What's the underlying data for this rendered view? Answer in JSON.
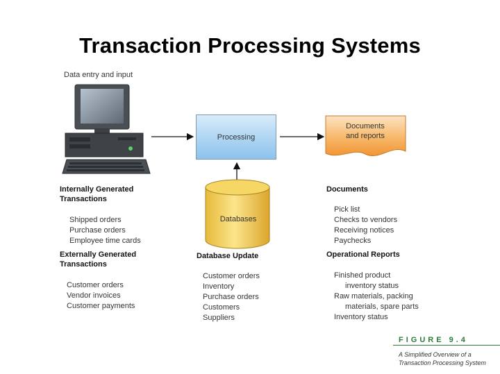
{
  "title": "Transaction Processing Systems",
  "input_label": "Data entry and input",
  "processing_label": "Processing",
  "databases_label": "Databases",
  "documents_box": {
    "line1": "Documents",
    "line2": "and reports"
  },
  "internal": {
    "heading_line1": "Internally Generated",
    "heading_line2": "Transactions",
    "items": [
      "Shipped orders",
      "Purchase orders",
      "Employee time cards"
    ]
  },
  "external": {
    "heading_line1": "Externally Generated",
    "heading_line2": "Transactions",
    "items": [
      "Customer orders",
      "Vendor invoices",
      "Customer payments"
    ]
  },
  "database_update": {
    "heading": "Database Update",
    "items": [
      "Customer orders",
      "Inventory",
      "Purchase orders",
      "Customers",
      "Suppliers"
    ]
  },
  "documents": {
    "heading": "Documents",
    "items": [
      "Pick list",
      "Checks to vendors",
      "Receiving notices",
      "Paychecks"
    ]
  },
  "operational": {
    "heading": "Operational Reports",
    "items": [
      "Finished product",
      "inventory status",
      "Raw materials, packing",
      "materials, spare parts",
      "Inventory status"
    ]
  },
  "figure": {
    "label": "FIGURE 9.4",
    "caption_line1": "A Simplified Overview of a",
    "caption_line2": "Transaction Processing System"
  },
  "colors": {
    "processing_fill": "#a9d2f1",
    "database_fill": "#f6d664",
    "documents_fill": "#f5a646",
    "figure_accent": "#2d7a3a"
  },
  "icons": [
    "computer-icon",
    "database-cylinder-icon",
    "document-icon"
  ]
}
